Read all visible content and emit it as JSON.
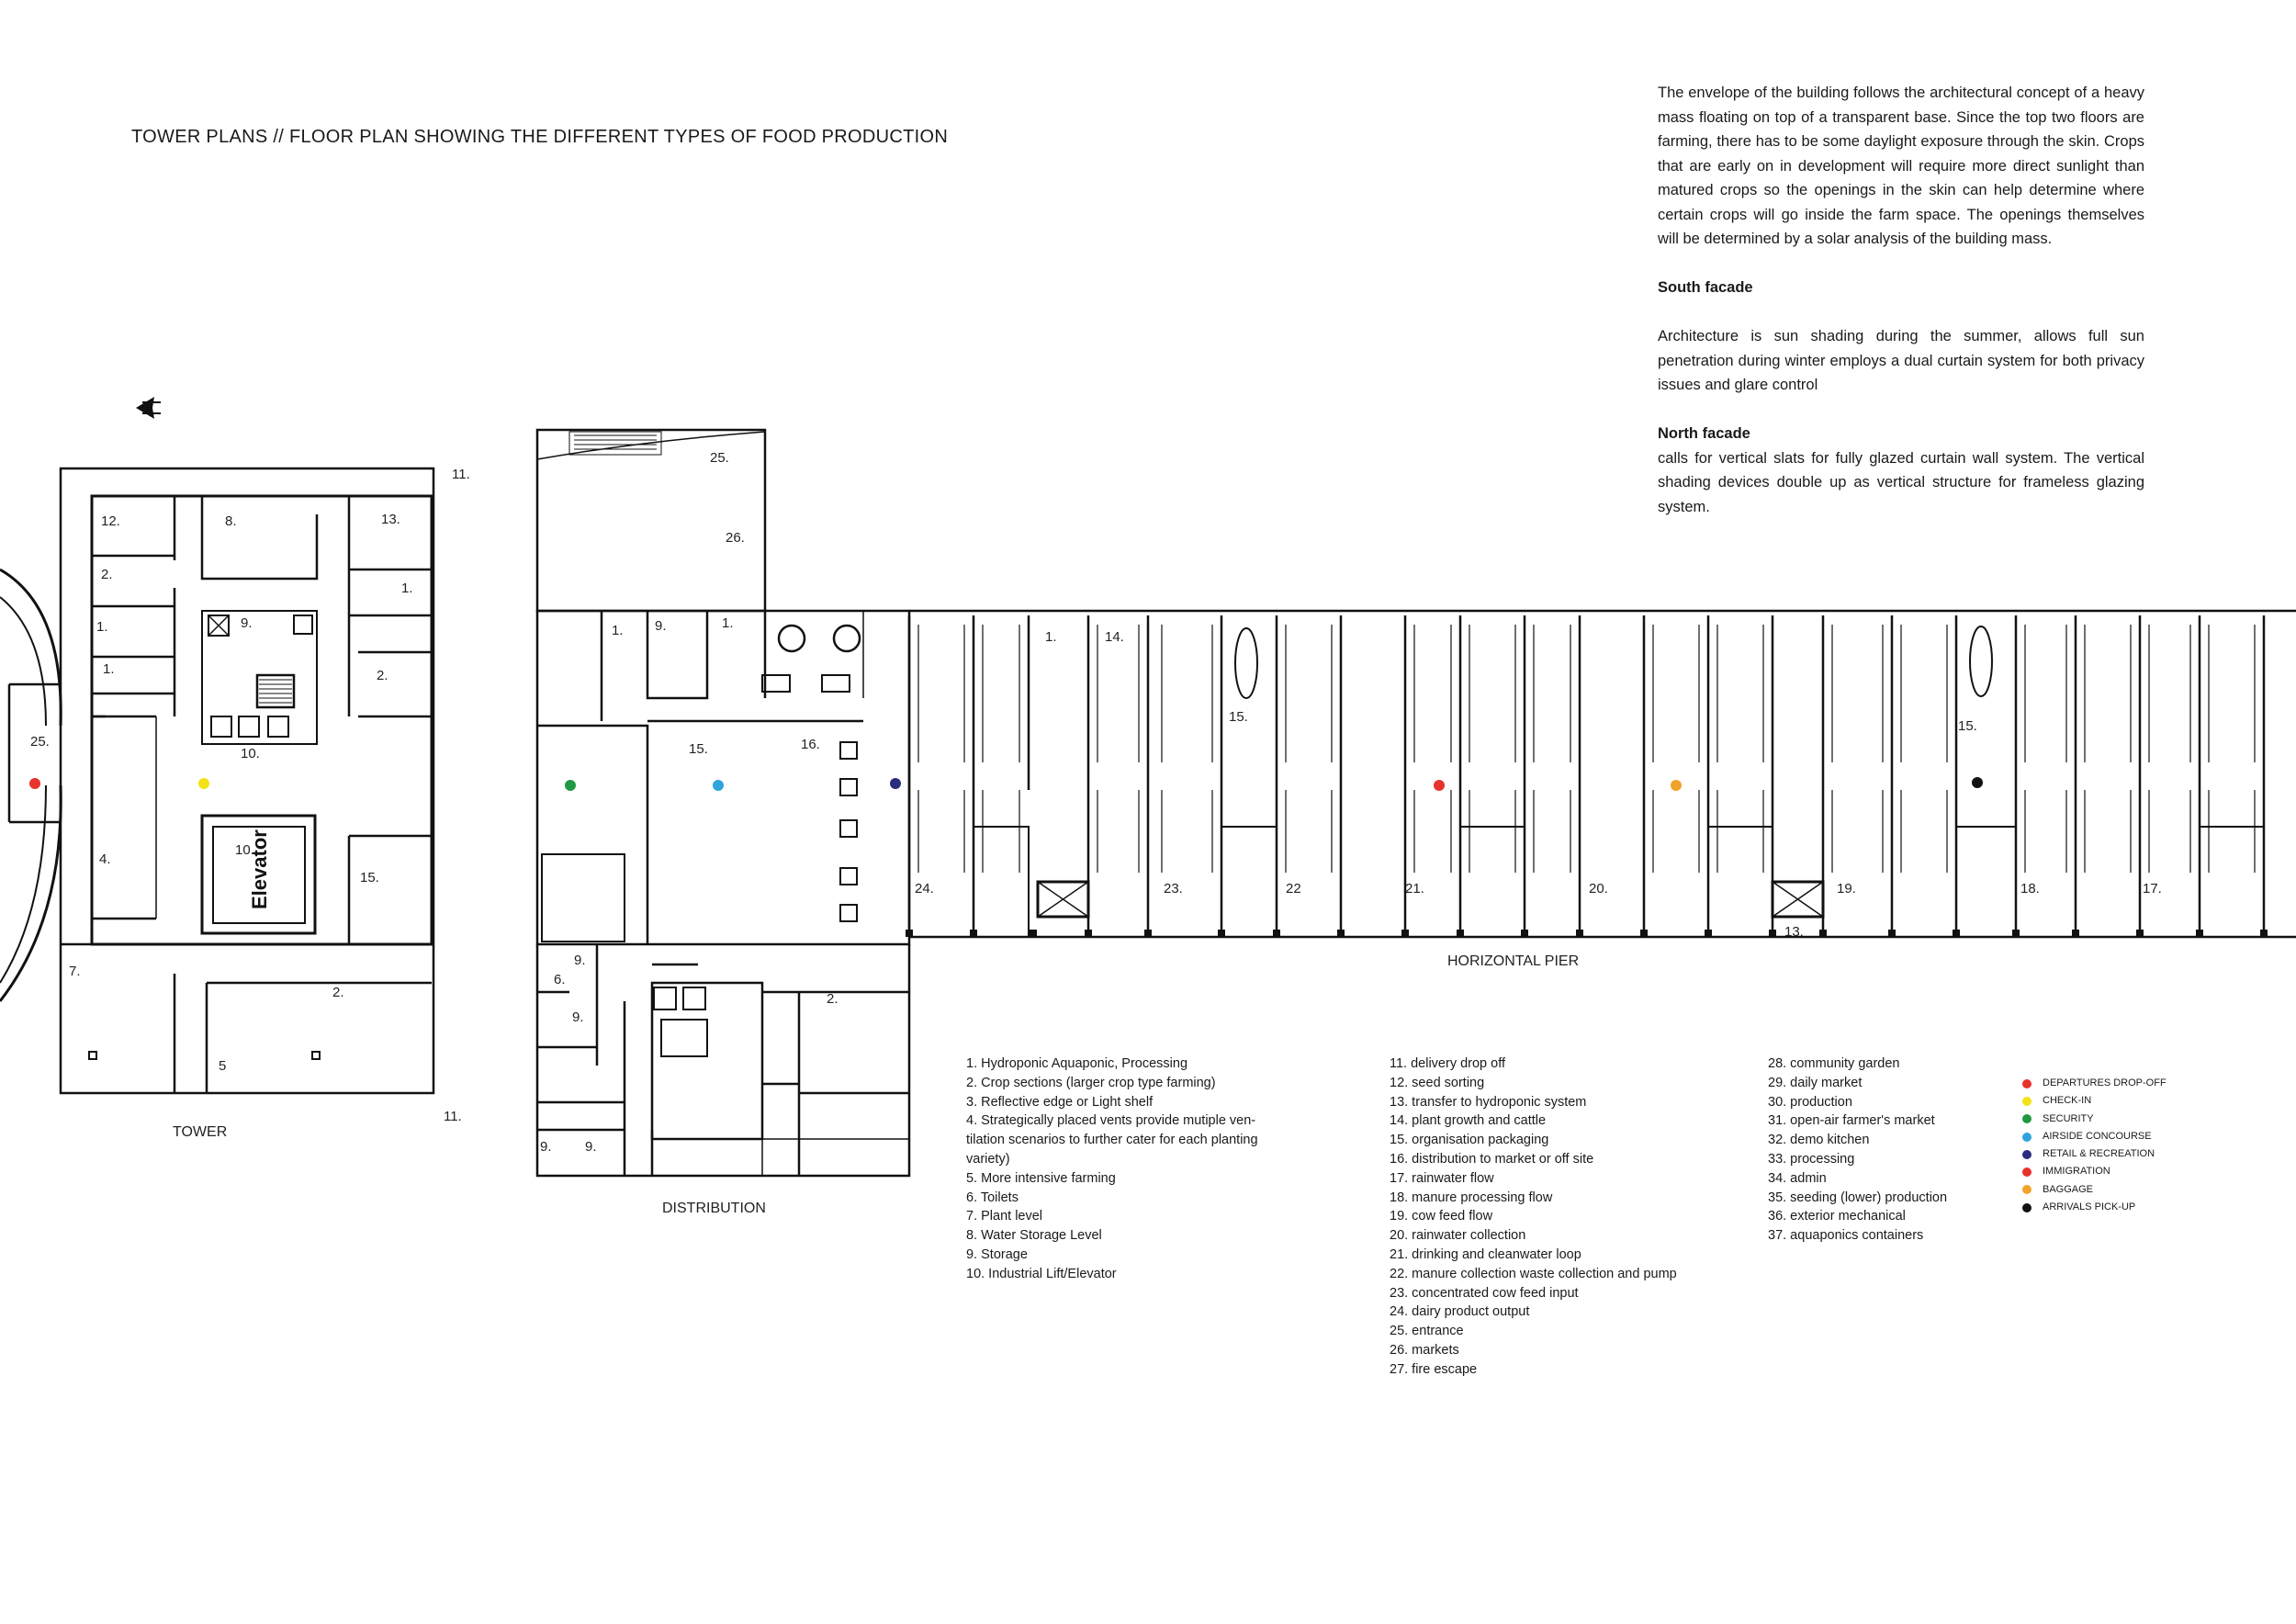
{
  "title": "TOWER PLANS // FLOOR PLAN SHOWING THE DIFFERENT TYPES OF FOOD PRODUCTION",
  "description": {
    "intro": "The envelope of the building follows the architectural concept of a heavy mass floating on top of a transparent base. Since the top two floors are farming, there has to be some daylight exposure through the skin. Crops that are early on in development will require more direct sunlight than matured crops so the openings in the skin can help determine where certain crops will go inside the farm space. The openings themselves will be determined by a solar analysis of the building mass.",
    "south_heading": "South facade",
    "south_text": "Architecture is sun shading during the summer, allows full sun penetration during winter employs a dual curtain system for both privacy issues and glare control",
    "north_heading": "North facade",
    "north_text": "calls for vertical slats for fully glazed curtain wall system. The vertical shading devices double up as vertical structure for frameless glazing system."
  },
  "plan_captions": {
    "tower": "TOWER",
    "distribution": "DISTRIBUTION",
    "pier": "HORIZONTAL PIER"
  },
  "tower_labels": {
    "r12": "12.",
    "r8": "8.",
    "r13": "13.",
    "r11a": "11.",
    "r11b": "11.",
    "r2a": "2.",
    "r1a": "1.",
    "r1b": "1.",
    "r1c": "1.",
    "r9": "9.",
    "r2b": "2.",
    "r25": "25.",
    "r10": "10.",
    "r4": "4.",
    "r15": "15.",
    "r7": "7.",
    "r2c": "2.",
    "r5": "5",
    "r10b": "10.",
    "elevator": "Elevator"
  },
  "distribution_labels": {
    "r25": "25.",
    "r26": "26.",
    "r1a": "1.",
    "r9a": "9.",
    "r1b": "1.",
    "r15": "15.",
    "r16": "16.",
    "r6": "6.",
    "r9b": "9.",
    "r9c": "9.",
    "r2": "2.",
    "r9d": "9.",
    "r9e": "9."
  },
  "pier_labels": {
    "r1": "1.",
    "r14": "14.",
    "r15a": "15.",
    "r15b": "15.",
    "r24": "24.",
    "r23": "23.",
    "r22": "22",
    "r21": "21.",
    "r20": "20.",
    "r13": "13.",
    "r19": "19.",
    "r18": "18.",
    "r17": "17."
  },
  "legend_col1": [
    "1.  Hydroponic Aquaponic, Processing",
    "2. Crop sections (larger crop type farming)",
    "3. Reflective edge or Light shelf",
    "4. Strategically placed vents provide mutiple ven-",
    "tilation scenarios to further cater for each planting",
    "variety)",
    "5. More intensive farming",
    "6. Toilets",
    "7. Plant level",
    "8. Water Storage Level",
    "9. Storage",
    "10. Industrial Lift/Elevator"
  ],
  "legend_col2": [
    "11. delivery drop off",
    "12. seed sorting",
    "13. transfer to hydroponic system",
    "14. plant growth and cattle",
    "15. organisation packaging",
    "16. distribution to market or off site",
    "17. rainwater flow",
    "18. manure processing flow",
    "19. cow feed flow",
    "20. rainwater collection",
    "21. drinking and cleanwater loop",
    "22. manure collection waste collection and pump",
    "23. concentrated cow feed input",
    "24. dairy product output",
    "25. entrance",
    "26. markets",
    "27. fire escape"
  ],
  "legend_col3": [
    "28. community garden",
    "29. daily market",
    "30. production",
    "31. open-air farmer's market",
    "32. demo kitchen",
    "33. processing",
    "34. admin",
    "35. seeding (lower) production",
    "36. exterior mechanical",
    "37. aquaponics containers"
  ],
  "color_keys": [
    {
      "label": "DEPARTURES DROP-OFF",
      "color": "#e8322c"
    },
    {
      "label": "CHECK-IN",
      "color": "#f2e316"
    },
    {
      "label": "SECURITY",
      "color": "#1f9a43"
    },
    {
      "label": "AIRSIDE CONCOURSE",
      "color": "#2fa3dc"
    },
    {
      "label": "RETAIL & RECREATION",
      "color": "#2b2e7d"
    },
    {
      "label": "IMMIGRATION",
      "color": "#e8322c"
    },
    {
      "label": "BAGGAGE",
      "color": "#f0a32a"
    },
    {
      "label": "ARRIVALS PICK-UP",
      "color": "#111111"
    }
  ]
}
